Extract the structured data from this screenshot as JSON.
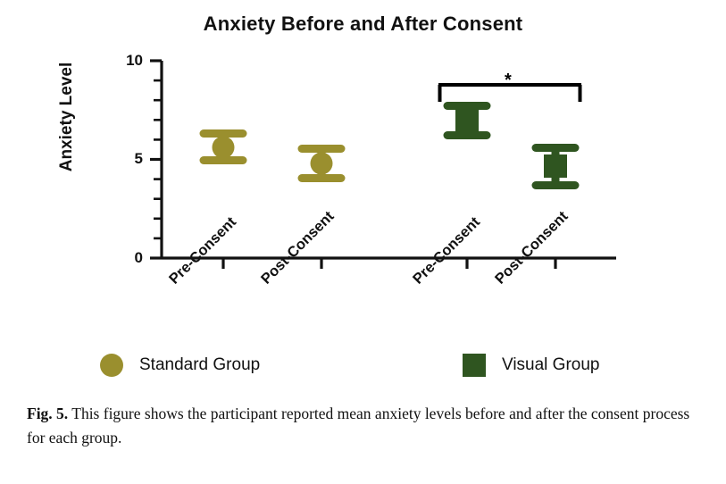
{
  "figure": {
    "caption_label": "Fig. 5.",
    "caption_text": "This figure shows the participant reported mean anxiety levels before and after the consent process for each group."
  },
  "colors": {
    "standard_group": "#9a8f2e",
    "visual_group": "#2f5520",
    "axis": "#111111",
    "background": "#ffffff"
  },
  "legend": {
    "entries": [
      {
        "label": "Standard Group",
        "marker": "circle",
        "color": "#9a8f2e"
      },
      {
        "label": "Visual Group",
        "marker": "square",
        "color": "#2f5520"
      }
    ]
  },
  "chart_data": {
    "type": "scatter",
    "title": "Anxiety Before and After Consent",
    "xlabel": "",
    "ylabel": "Anxiety Level",
    "ylim": [
      0,
      10
    ],
    "ytick_labels": [
      "0",
      "5",
      "10"
    ],
    "ytick_values": [
      0,
      5,
      10
    ],
    "yticks_minor": [
      1,
      2,
      3,
      4,
      6,
      7,
      8,
      9
    ],
    "grid": false,
    "legend_position": "bottom",
    "categories": [
      "Pre-Consent",
      "Post-Consent",
      "Pre-Consent",
      "Post-Consent"
    ],
    "points": [
      {
        "group": "Standard Group",
        "category": "Pre-Consent",
        "mean": 5.6,
        "error": 0.75,
        "lower": 4.85,
        "upper": 6.35,
        "marker": "circle",
        "color": "#9a8f2e"
      },
      {
        "group": "Standard Group",
        "category": "Post-Consent",
        "mean": 4.8,
        "error": 0.8,
        "lower": 4.0,
        "upper": 5.6,
        "marker": "circle",
        "color": "#9a8f2e"
      },
      {
        "group": "Visual Group",
        "category": "Pre-Consent",
        "mean": 6.95,
        "error": 0.8,
        "lower": 6.15,
        "upper": 7.75,
        "marker": "square",
        "color": "#2f5520"
      },
      {
        "group": "Visual Group",
        "category": "Post-Consent",
        "mean": 4.65,
        "error": 1.0,
        "lower": 3.65,
        "upper": 5.65,
        "marker": "square",
        "color": "#2f5520"
      }
    ],
    "annotations": [
      {
        "type": "significance-bracket",
        "label": "*",
        "from_category_index": 2,
        "to_category_index": 3,
        "y": 8.75
      }
    ]
  }
}
